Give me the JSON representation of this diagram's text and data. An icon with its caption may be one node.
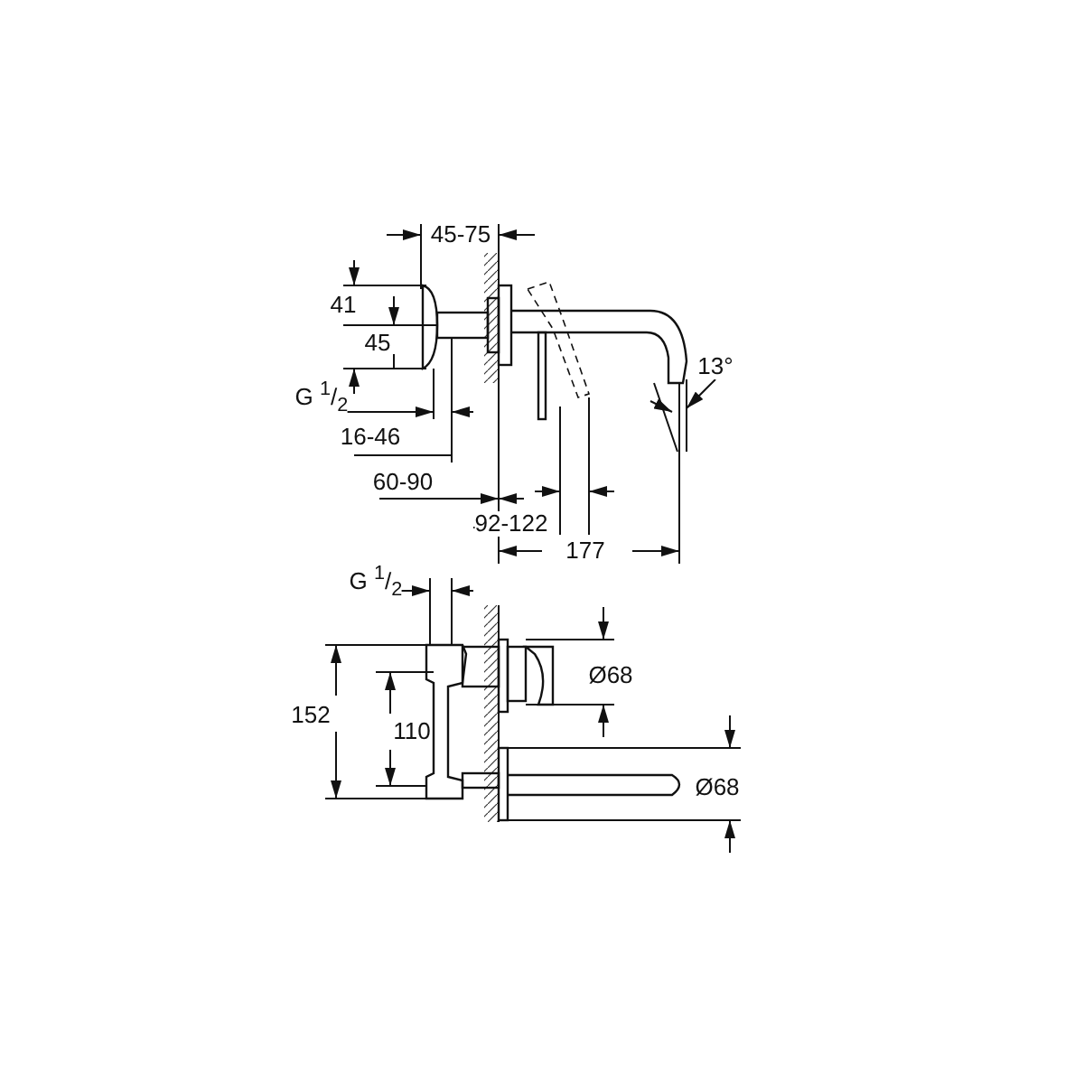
{
  "diagram": {
    "labels": [
      "45-75",
      "41",
      "45",
      "13°",
      "G $^{1}$/$_{2}$",
      "16-46",
      "60-90",
      "92-122",
      "177",
      "G $^{1}$/$_{2}$",
      "Ø68",
      "152",
      "110",
      "Ø68"
    ]
  }
}
